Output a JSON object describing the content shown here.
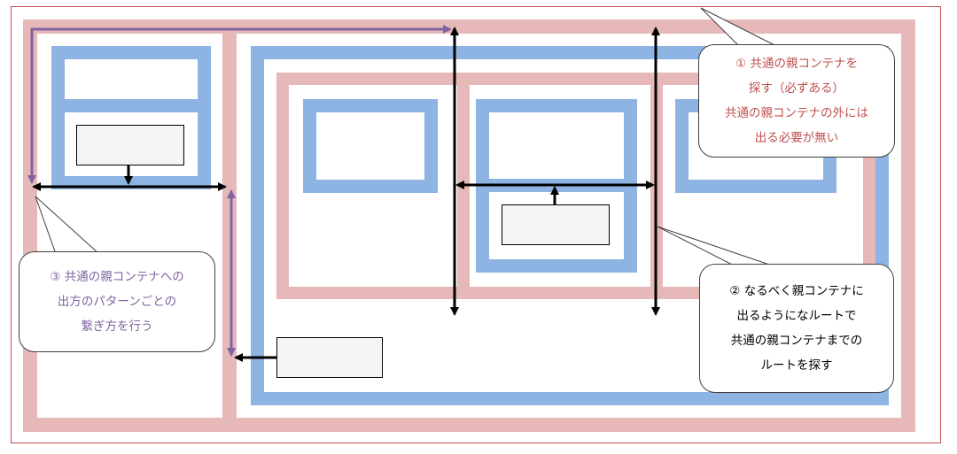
{
  "callouts": [
    {
      "number": "①",
      "lines": [
        "共通の親コンテナを",
        "探す（必ずある）",
        "共通の親コンテナの外には",
        "出る必要が無い"
      ],
      "color": "#c0504d"
    },
    {
      "number": "②",
      "lines": [
        "なるべく親コンテナに",
        "出るようになルートで",
        "共通の親コンテナまでの",
        "ルートを探す"
      ],
      "color": "#000000"
    },
    {
      "number": "③",
      "lines": [
        "共通の親コンテナへの",
        "出方のパターンごとの",
        "繋ぎ方を行う"
      ],
      "color": "#8064a2"
    }
  ],
  "colors": {
    "pink_container": "#e6b9b8",
    "blue_container": "#8db4e2",
    "purple_arrow": "#8064a2",
    "black_arrow": "#000000",
    "frame": "#c0504d"
  }
}
